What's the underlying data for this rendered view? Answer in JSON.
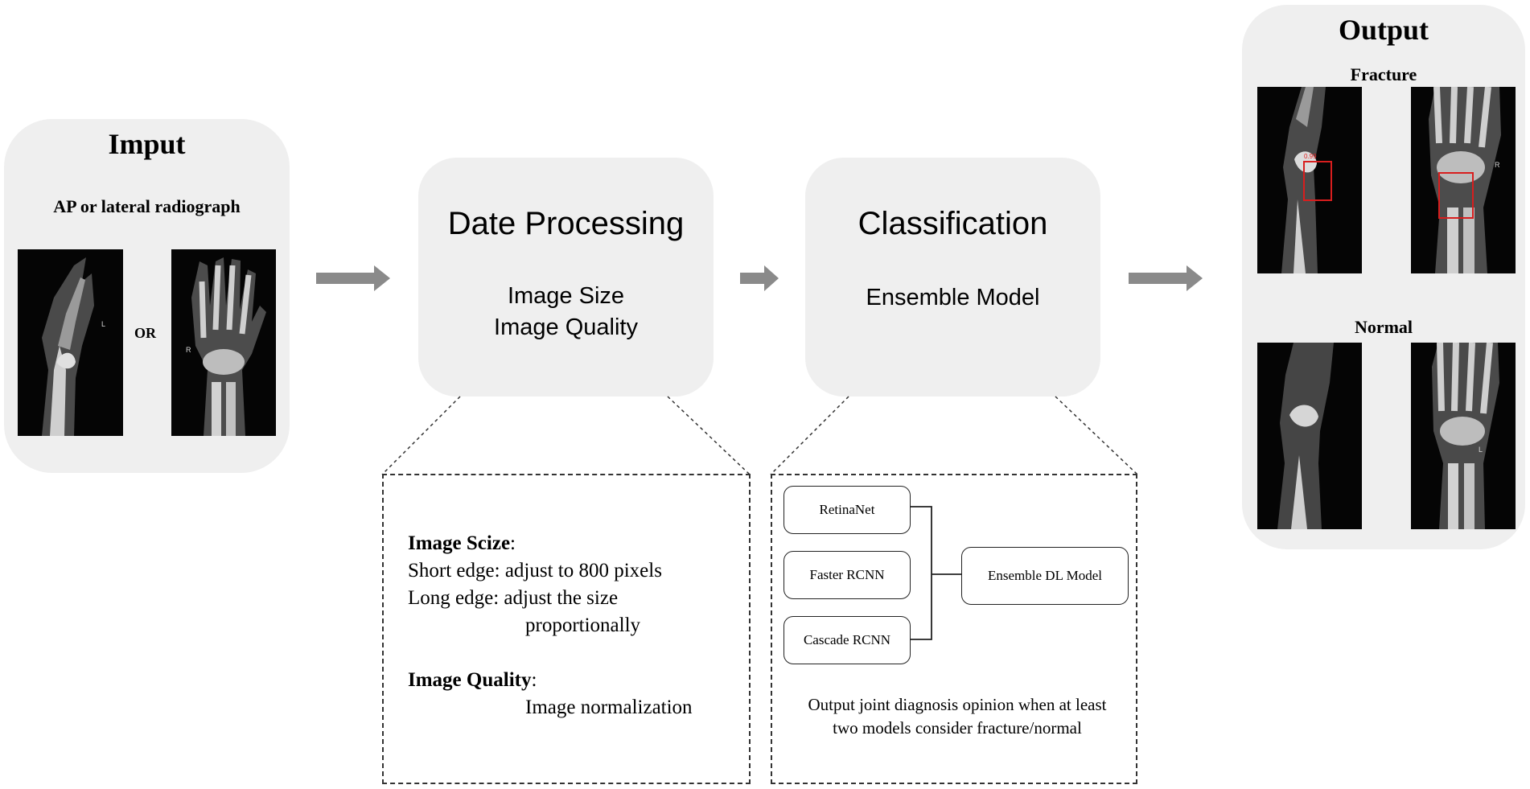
{
  "input": {
    "title": "Imput",
    "subtitle": "AP or lateral radiograph",
    "or_text": "OR",
    "images": [
      {
        "view": "lateral",
        "side_marker": "L"
      },
      {
        "view": "AP",
        "side_marker": "R"
      }
    ]
  },
  "processing": {
    "title": "Date Processing",
    "lines": [
      "Image Size",
      "Image Quality"
    ],
    "details": {
      "size_heading": "Image Scize",
      "size_colon": ":",
      "short_edge": "Short edge: adjust to 800 pixels",
      "long_edge": "Long edge: adjust the size",
      "long_edge_cont": "proportionally",
      "quality_heading": "Image Quality",
      "quality_colon": ":",
      "quality_item": "Image normalization"
    }
  },
  "classification": {
    "title": "Classification",
    "subtitle": "Ensemble Model",
    "models": [
      "RetinaNet",
      "Faster RCNN",
      "Cascade RCNN"
    ],
    "ensemble": "Ensemble DL Model",
    "note": "Output joint diagnosis opinion when at least two models consider fracture/normal"
  },
  "output": {
    "title": "Output",
    "fracture_label": "Fracture",
    "normal_label": "Normal",
    "fracture_images": [
      {
        "view": "lateral",
        "score": "0.99"
      },
      {
        "view": "AP",
        "side_marker": "R"
      }
    ],
    "normal_images": [
      {
        "view": "lateral"
      },
      {
        "view": "AP",
        "side_marker": "L"
      }
    ]
  },
  "colors": {
    "panel": "#efefef",
    "arrow": "#8a8a8a",
    "detection_box": "#d81e1e"
  }
}
